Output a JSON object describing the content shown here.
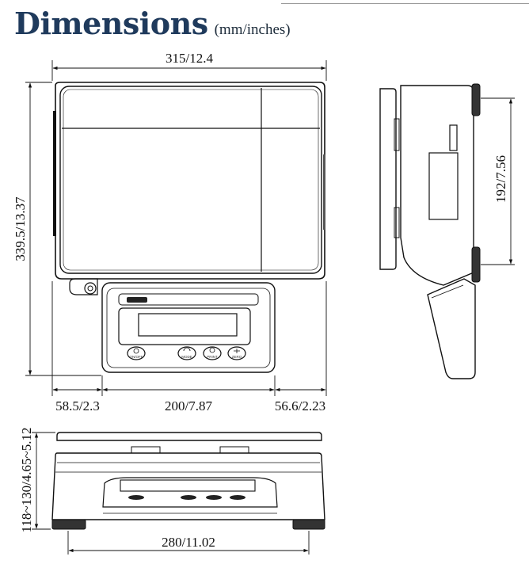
{
  "header": {
    "title": "Dimensions",
    "subtitle": "(mm/inches)"
  },
  "top_view": {
    "width_label": "315/12.4",
    "height_label": "339.5/13.37",
    "left_offset_label": "58.5/2.3",
    "display_width_label": "200/7.87",
    "right_offset_label": "56.6/2.23",
    "buttons": [
      {
        "label": "ON/OFF"
      },
      {
        "label": "MODE"
      },
      {
        "label": "PRINT"
      },
      {
        "label": "ZERO"
      }
    ]
  },
  "side_view": {
    "height_label": "192/7.56"
  },
  "front_view": {
    "height_label": "118~130/4.65~5.12",
    "width_label": "280/11.02"
  }
}
